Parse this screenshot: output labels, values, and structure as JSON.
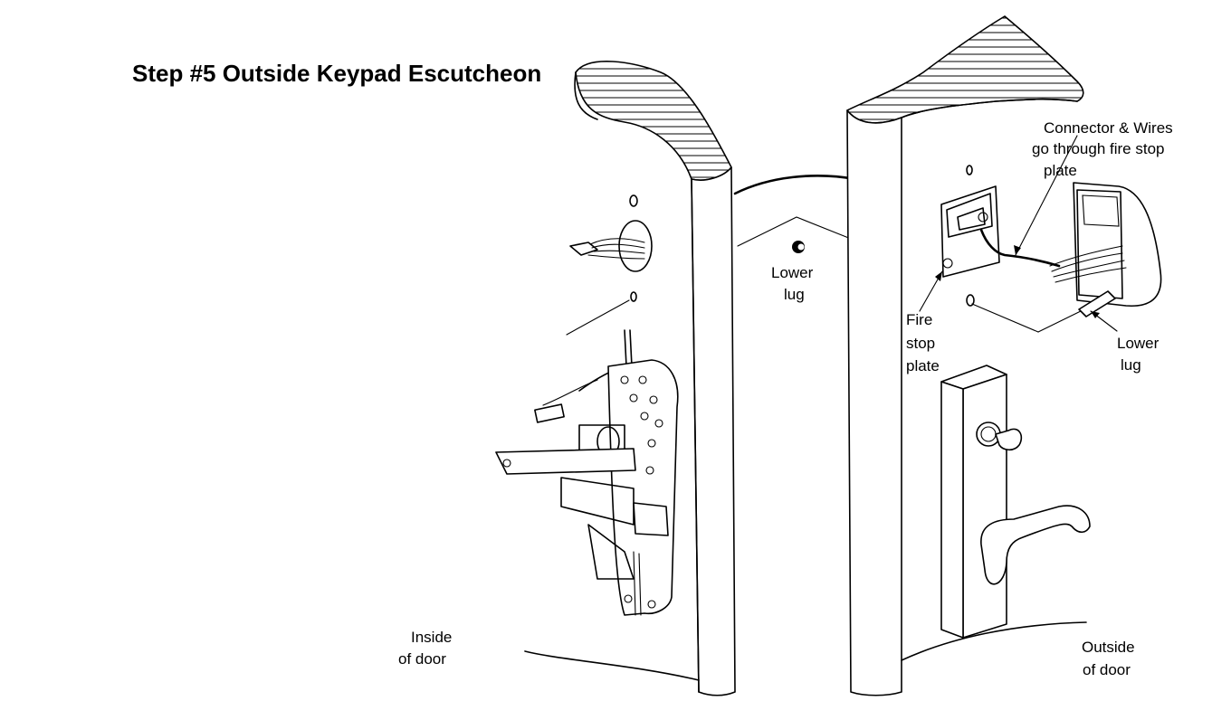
{
  "title": "Step #5 Outside Keypad Escutcheon",
  "labels": {
    "connector_wires": [
      "Connector & Wires",
      "go through fire stop",
      "plate"
    ],
    "lower_lug_center": [
      "Lower",
      "lug"
    ],
    "fire_stop_plate": [
      "Fire",
      "stop",
      "plate"
    ],
    "lower_lug_right": [
      "Lower",
      "lug"
    ],
    "inside_door": [
      "Inside",
      "of door"
    ],
    "outside_door": [
      "Outside",
      "of door"
    ]
  },
  "icons": [
    "lower-lug-icon",
    "fire-stop-plate-icon",
    "keypad-escutcheon-icon",
    "lever-handle-icon",
    "key-cylinder-icon",
    "lock-chassis-icon",
    "connector-icon"
  ]
}
